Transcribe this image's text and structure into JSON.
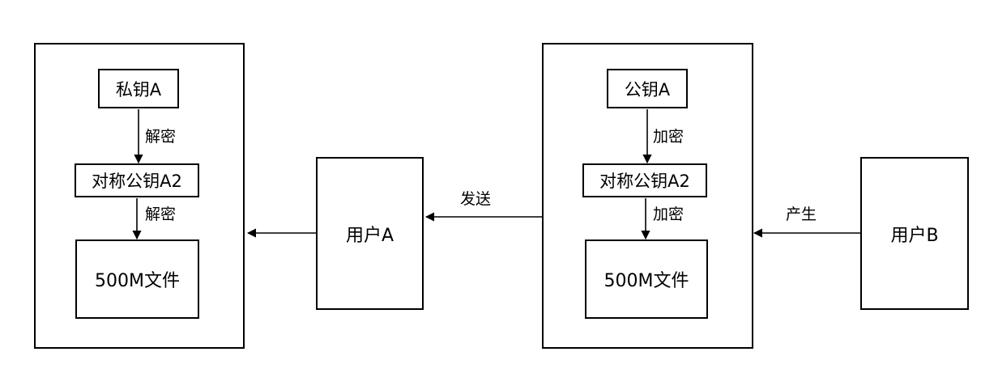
{
  "left_group": {
    "private_key_label": "私钥A",
    "symmetric_key_label": "对称公钥A2",
    "file_label": "500M文件",
    "decrypt_label_1": "解密",
    "decrypt_label_2": "解密"
  },
  "user_a": {
    "label": "用户A"
  },
  "send_label": "发送",
  "right_group": {
    "public_key_label": "公钥A",
    "symmetric_key_label": "对称公钥A2",
    "file_label": "500M文件",
    "encrypt_label_1": "加密",
    "encrypt_label_2": "加密"
  },
  "produce_label": "产生",
  "user_b": {
    "label": "用户B"
  }
}
